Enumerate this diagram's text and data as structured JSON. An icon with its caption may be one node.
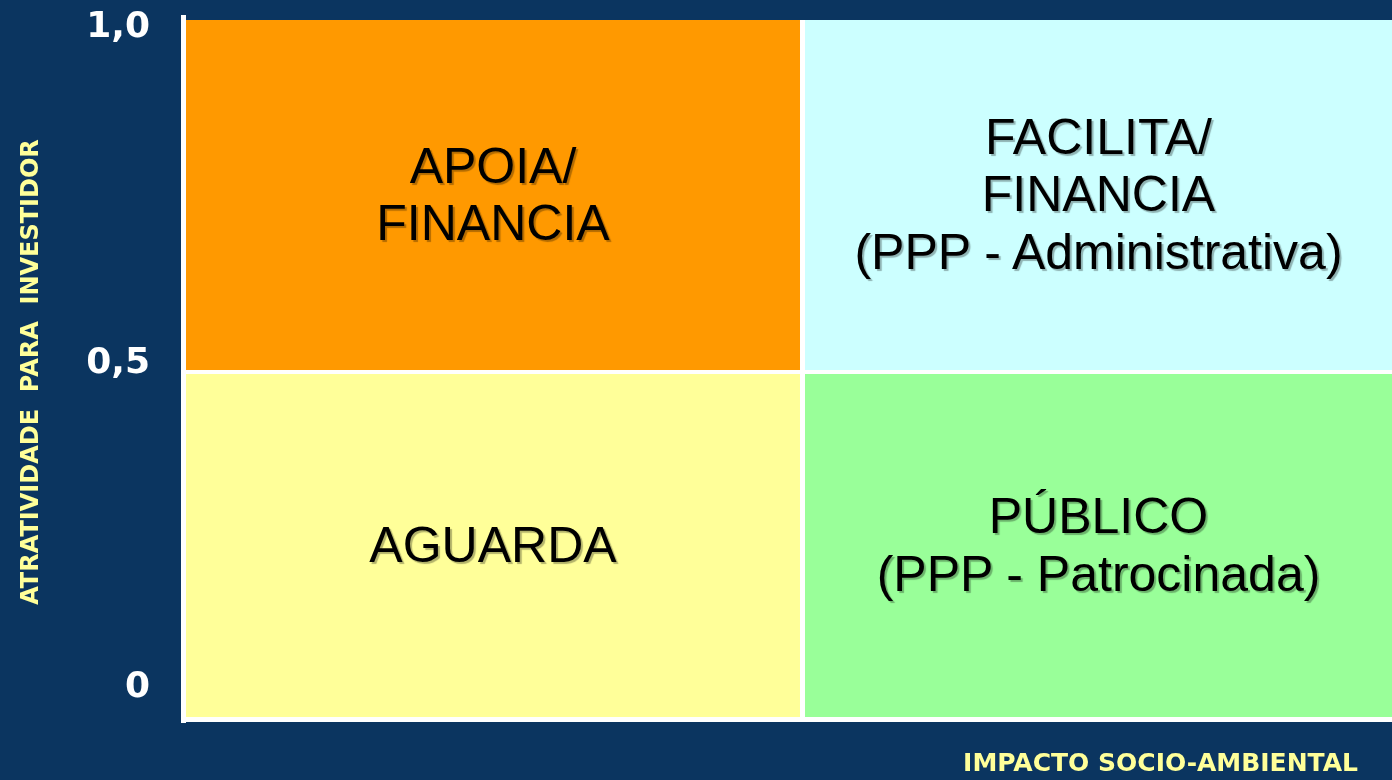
{
  "diagram": {
    "nodes": [
      {
        "text": [
          "APOIA/ FINANCIA"
        ]
      },
      {
        "text": [
          "FACILITA/ FINANCIA",
          "(PPP - Administrativa)"
        ]
      },
      {
        "text": [
          "AGUARDA"
        ]
      },
      {
        "text": [
          "PÚBLICO",
          "(PPP - Patrocinada)"
        ]
      }
    ],
    "labels": [
      "1,0",
      "ATRATIVIDADE  PARA  INVESTIDOR",
      "0,5",
      "0",
      "IMPACTO SOCIO-AMBIENTAL"
    ]
  }
}
